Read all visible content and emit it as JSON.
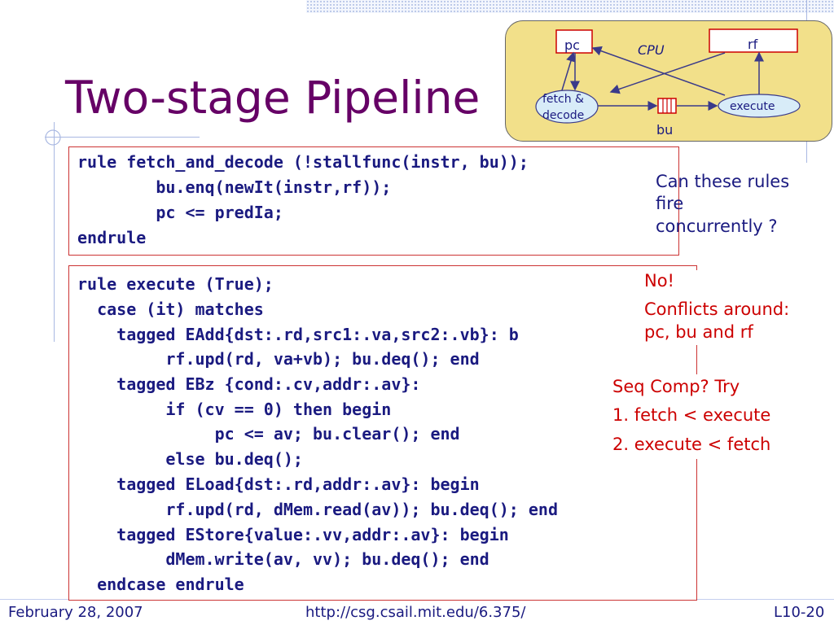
{
  "slide": {
    "title": "Two-stage Pipeline"
  },
  "diagram": {
    "pc_label": "pc",
    "rf_label": "rf",
    "cpu_label": "CPU",
    "fetch_line1": "fetch &",
    "fetch_line2": "decode",
    "execute_label": "execute",
    "bu_label": "bu"
  },
  "code_fetch": {
    "lines": [
      "rule fetch_and_decode (!stallfunc(instr, bu));",
      "        bu.enq(newIt(instr,rf));",
      "        pc <= predIa;",
      "endrule"
    ]
  },
  "code_execute": {
    "lines": [
      "rule execute (True);",
      "  case (it) matches",
      "    tagged EAdd{dst:.rd,src1:.va,src2:.vb}: b",
      "         rf.upd(rd, va+vb); bu.deq(); end",
      "    tagged EBz {cond:.cv,addr:.av}:",
      "         if (cv == 0) then begin",
      "              pc <= av; bu.clear(); end",
      "         else bu.deq();",
      "    tagged ELoad{dst:.rd,addr:.av}: begin",
      "         rf.upd(rd, dMem.read(av)); bu.deq(); end",
      "    tagged EStore{value:.vv,addr:.av}: begin",
      "         dMem.write(av, vv); bu.deq(); end",
      "  endcase endrule"
    ]
  },
  "notes": {
    "question": [
      "Can these rules",
      "fire",
      "concurrently ?"
    ],
    "answer": [
      "No!",
      "Conflicts around:",
      "pc, bu and rf"
    ],
    "seq": [
      "Seq Comp? Try",
      "1. fetch < execute",
      "2. execute < fetch"
    ]
  },
  "colors": {
    "title": "#660066",
    "code": "#1a1a80",
    "question": "#1a1a80",
    "answer": "#cc0000",
    "box_border": "#cc3333",
    "cpu_fill": "#f2e08a"
  },
  "footer": {
    "date": "February 28, 2007",
    "url": "http://csg.csail.mit.edu/6.375/",
    "page": "L10-20"
  }
}
